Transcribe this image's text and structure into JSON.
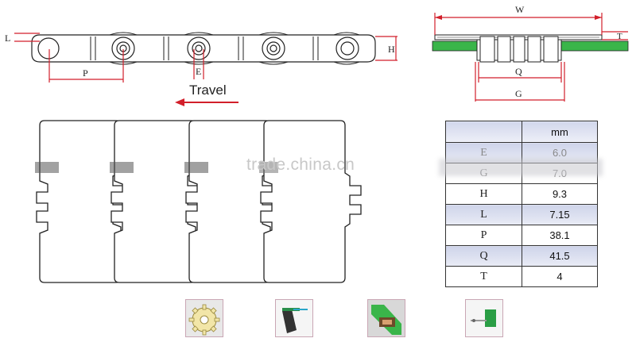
{
  "side_view": {
    "labels": {
      "l": "L",
      "p": "P",
      "e": "E",
      "h": "H"
    }
  },
  "travel_label": "Travel",
  "end_view": {
    "labels": {
      "w": "W",
      "t": "T",
      "q": "Q",
      "g": "G"
    }
  },
  "watermark": "trade.china.cn",
  "spec_table": {
    "unit_header": "mm",
    "rows": [
      {
        "key": "E",
        "value": "6.0",
        "shaded": true,
        "obscured": true
      },
      {
        "key": "G",
        "value": "7.0",
        "shaded": false,
        "obscured": true
      },
      {
        "key": "H",
        "value": "9.3",
        "shaded": false,
        "obscured": false
      },
      {
        "key": "L",
        "value": "7.15",
        "shaded": true,
        "obscured": false
      },
      {
        "key": "P",
        "value": "38.1",
        "shaded": false,
        "obscured": false
      },
      {
        "key": "Q",
        "value": "41.5",
        "shaded": true,
        "obscured": false
      },
      {
        "key": "T",
        "value": "4",
        "shaded": false,
        "obscured": false
      }
    ]
  },
  "thumbnails": [
    {
      "name": "sprocket-thumbnail"
    },
    {
      "name": "chain-guide-thumbnail"
    },
    {
      "name": "wear-strip-thumbnail"
    },
    {
      "name": "return-guide-thumbnail"
    }
  ],
  "colors": {
    "dimension_red": "#d21f2a",
    "guide_green": "#3ab54a",
    "table_header": "#d2d7ec",
    "thumb_border": "#c9a6b4"
  }
}
